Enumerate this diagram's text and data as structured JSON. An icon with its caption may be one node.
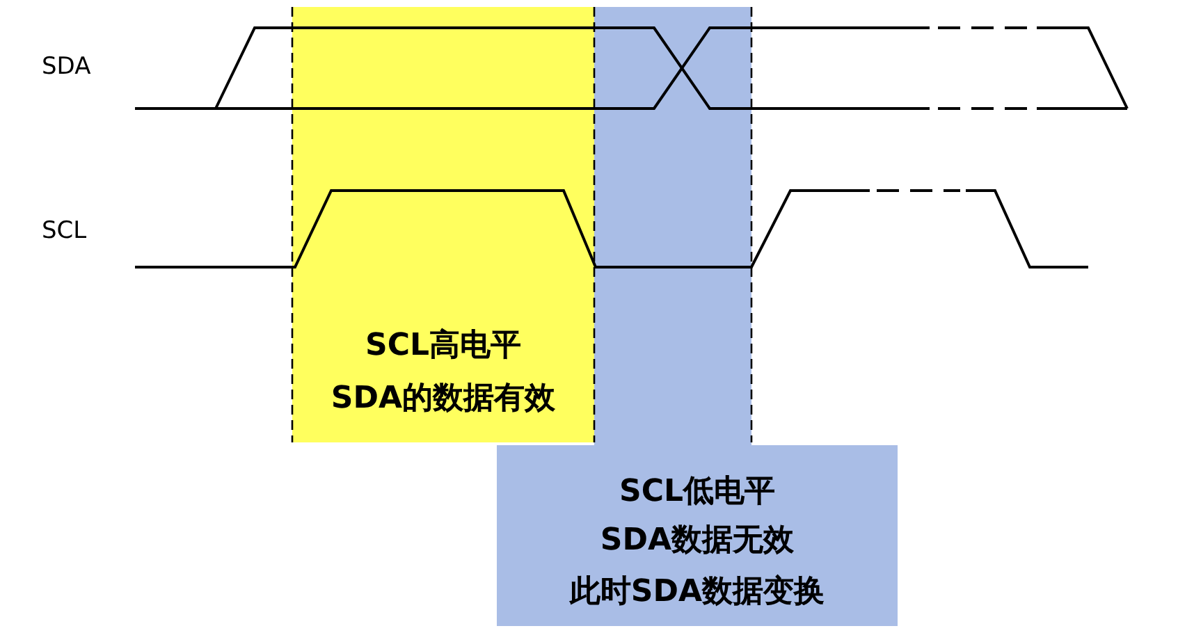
{
  "diagram": {
    "nodes": [
      {
        "text": [
          "SCL高电平",
          "SDA的数据有效"
        ]
      },
      {
        "text": [
          "SCL低电平",
          "SDA数据无效",
          "此时SDA数据变换"
        ]
      }
    ],
    "labels": [
      "SDA",
      "SCL"
    ]
  }
}
